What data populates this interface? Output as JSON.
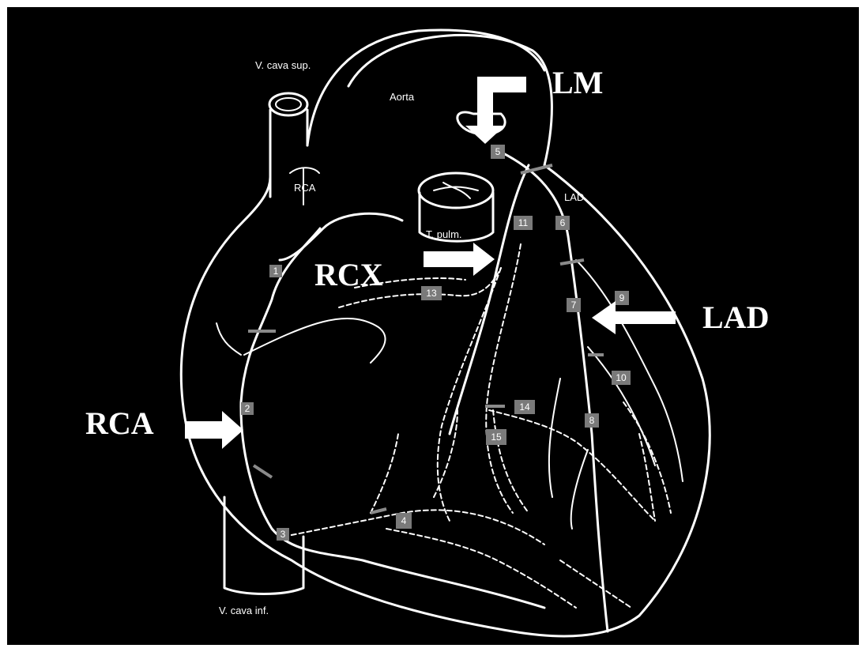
{
  "anatomy_labels": {
    "v_cava_sup": "V. cava sup.",
    "aorta": "Aorta",
    "rca_small": "RCA",
    "lad_small": "LAD",
    "t_pulm": "T. pulm.",
    "v_cava_inf": "V. cava inf."
  },
  "callouts": {
    "lm": "LM",
    "rcx": "RCX",
    "lad": "LAD",
    "rca": "RCA"
  },
  "segments": [
    "1",
    "2",
    "3",
    "4",
    "5",
    "6",
    "7",
    "8",
    "9",
    "10",
    "11",
    "13",
    "14",
    "15"
  ],
  "colors": {
    "background": "#000000",
    "line": "#ffffff",
    "segment_box": "#7a7a7a",
    "frame": "#ffffff"
  }
}
